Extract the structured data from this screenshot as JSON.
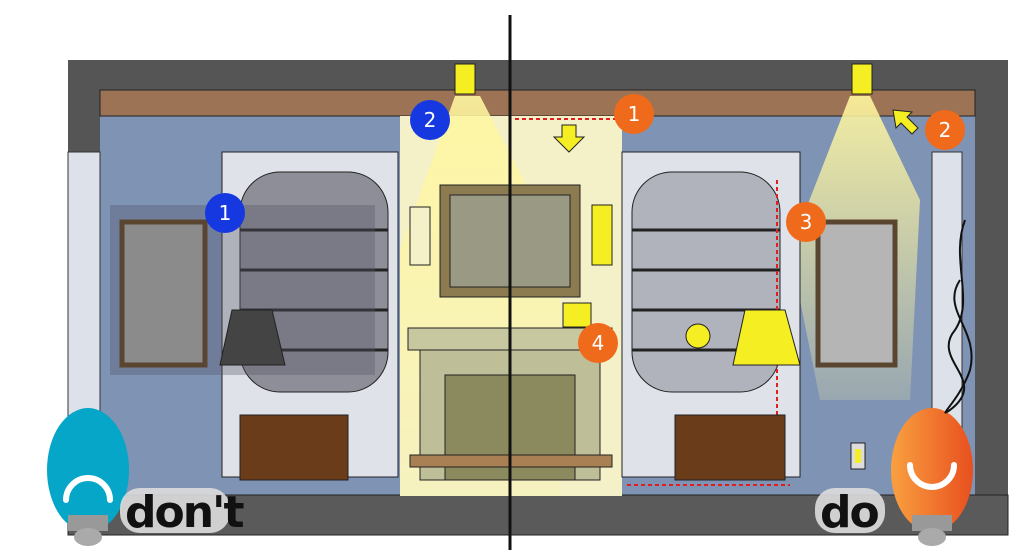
{
  "labels": {
    "dont": "don't",
    "do": "do"
  },
  "markers": {
    "dont": [
      {
        "number": "1"
      },
      {
        "number": "2"
      }
    ],
    "do": [
      {
        "number": "1"
      },
      {
        "number": "2"
      },
      {
        "number": "3"
      },
      {
        "number": "4"
      }
    ]
  },
  "colors": {
    "dont_accent": "#1538e0",
    "do_accent": "#f06a1c",
    "dont_bulb": "#05a6c8",
    "do_bulb": "#f07030",
    "wall": "#7f93b5",
    "beam": "#9c7455",
    "frame": "#555555",
    "light": "#f8f07a"
  },
  "icons": {
    "dont_bulb": "sad-lightbulb-icon",
    "do_bulb": "happy-lightbulb-icon",
    "arrow": "arrow-down-icon"
  }
}
